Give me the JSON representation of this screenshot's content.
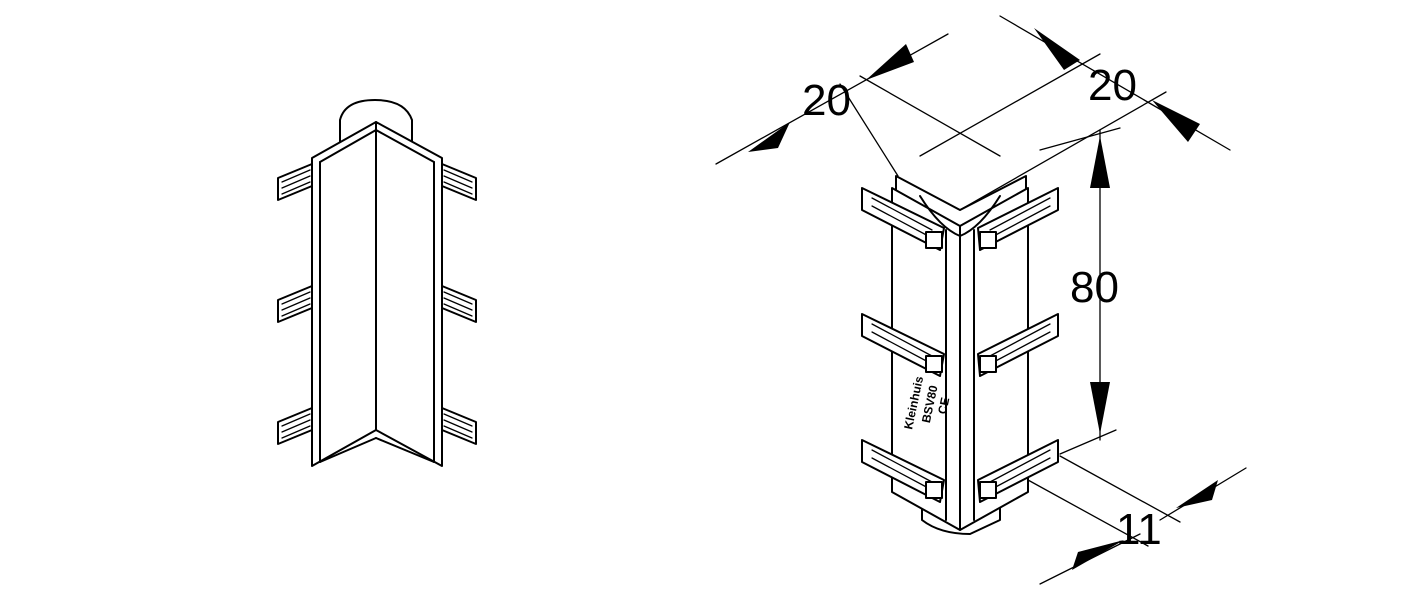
{
  "dimensions": {
    "width_left": "20",
    "width_right": "20",
    "height": "80",
    "depth": "11"
  },
  "marking": {
    "brand": "Kleinhuis",
    "model": "BSV80",
    "ce": "CE"
  }
}
